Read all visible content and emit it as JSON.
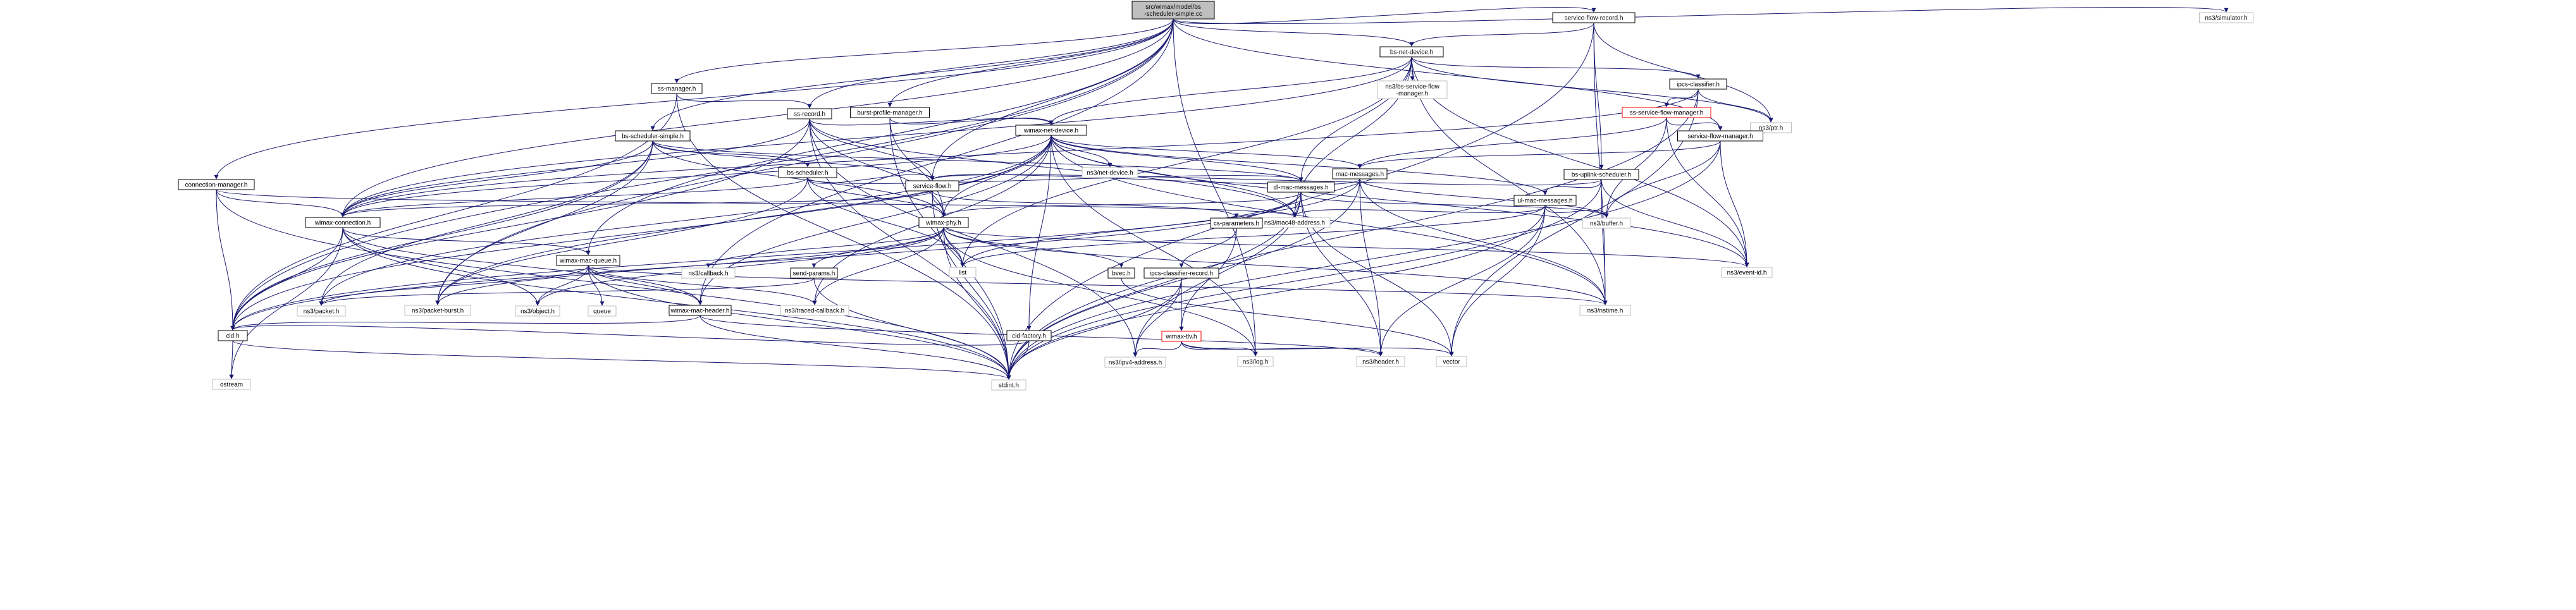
{
  "nodes": [
    {
      "id": "root",
      "lines": [
        "src/wimax/model/bs",
        "-scheduler-simple.cc"
      ],
      "kind": "root"
    },
    {
      "id": "sfr",
      "lines": [
        "service-flow-record.h"
      ],
      "kind": "normal"
    },
    {
      "id": "simulator",
      "lines": [
        "ns3/simulator.h"
      ],
      "kind": "ext"
    },
    {
      "id": "bsnet",
      "lines": [
        "bs-net-device.h"
      ],
      "kind": "normal"
    },
    {
      "id": "bssfm",
      "lines": [
        "ns3/bs-service-flow",
        "-manager.h"
      ],
      "kind": "ext"
    },
    {
      "id": "ipcs",
      "lines": [
        "ipcs-classifier.h"
      ],
      "kind": "normal"
    },
    {
      "id": "ptr",
      "lines": [
        "ns3/ptr.h"
      ],
      "kind": "ext"
    },
    {
      "id": "sssfm",
      "lines": [
        "ss-service-flow-manager.h"
      ],
      "kind": "red"
    },
    {
      "id": "sfm",
      "lines": [
        "service-flow-manager.h"
      ],
      "kind": "normal"
    },
    {
      "id": "ssmgr",
      "lines": [
        "ss-manager.h"
      ],
      "kind": "normal"
    },
    {
      "id": "ssrec",
      "lines": [
        "ss-record.h"
      ],
      "kind": "normal"
    },
    {
      "id": "burst",
      "lines": [
        "burst-profile-manager.h"
      ],
      "kind": "normal"
    },
    {
      "id": "wimaxnet",
      "lines": [
        "wimax-net-device.h"
      ],
      "kind": "normal"
    },
    {
      "id": "bsss",
      "lines": [
        "bs-scheduler-simple.h"
      ],
      "kind": "normal"
    },
    {
      "id": "bssched",
      "lines": [
        "bs-scheduler.h"
      ],
      "kind": "normal"
    },
    {
      "id": "netdev",
      "lines": [
        "ns3/net-device.h"
      ],
      "kind": "ext"
    },
    {
      "id": "macmsg",
      "lines": [
        "mac-messages.h"
      ],
      "kind": "normal"
    },
    {
      "id": "bsul",
      "lines": [
        "bs-uplink-scheduler.h"
      ],
      "kind": "normal"
    },
    {
      "id": "connmgr",
      "lines": [
        "connection-manager.h"
      ],
      "kind": "normal"
    },
    {
      "id": "sf",
      "lines": [
        "service-flow.h"
      ],
      "kind": "normal"
    },
    {
      "id": "dlmac",
      "lines": [
        "dl-mac-messages.h"
      ],
      "kind": "normal"
    },
    {
      "id": "ulmac",
      "lines": [
        "ul-mac-messages.h"
      ],
      "kind": "normal"
    },
    {
      "id": "wconn",
      "lines": [
        "wimax-connection.h"
      ],
      "kind": "normal"
    },
    {
      "id": "mac48",
      "lines": [
        "ns3/mac48-address.h"
      ],
      "kind": "ext"
    },
    {
      "id": "wphy",
      "lines": [
        "wimax-phy.h"
      ],
      "kind": "normal"
    },
    {
      "id": "csparam",
      "lines": [
        "cs-parameters.h"
      ],
      "kind": "normal"
    },
    {
      "id": "buffer",
      "lines": [
        "ns3/buffer.h"
      ],
      "kind": "ext"
    },
    {
      "id": "eventid",
      "lines": [
        "ns3/event-id.h"
      ],
      "kind": "ext"
    },
    {
      "id": "wmq",
      "lines": [
        "wimax-mac-queue.h"
      ],
      "kind": "normal"
    },
    {
      "id": "callback",
      "lines": [
        "ns3/callback.h"
      ],
      "kind": "ext"
    },
    {
      "id": "sendp",
      "lines": [
        "send-params.h"
      ],
      "kind": "normal"
    },
    {
      "id": "list",
      "lines": [
        "list"
      ],
      "kind": "ext"
    },
    {
      "id": "bvec",
      "lines": [
        "bvec.h"
      ],
      "kind": "normal"
    },
    {
      "id": "ipcsrec",
      "lines": [
        "ipcs-classifier-record.h"
      ],
      "kind": "normal"
    },
    {
      "id": "nstime",
      "lines": [
        "ns3/nstime.h"
      ],
      "kind": "ext"
    },
    {
      "id": "packet",
      "lines": [
        "ns3/packet.h"
      ],
      "kind": "ext"
    },
    {
      "id": "pburst",
      "lines": [
        "ns3/packet-burst.h"
      ],
      "kind": "ext"
    },
    {
      "id": "object",
      "lines": [
        "ns3/object.h"
      ],
      "kind": "ext"
    },
    {
      "id": "queue",
      "lines": [
        "queue"
      ],
      "kind": "ext"
    },
    {
      "id": "wmh",
      "lines": [
        "wimax-mac-header.h"
      ],
      "kind": "normal"
    },
    {
      "id": "traced",
      "lines": [
        "ns3/traced-callback.h"
      ],
      "kind": "ext"
    },
    {
      "id": "cid",
      "lines": [
        "cid.h"
      ],
      "kind": "normal"
    },
    {
      "id": "cidf",
      "lines": [
        "cid-factory.h"
      ],
      "kind": "normal"
    },
    {
      "id": "wtlv",
      "lines": [
        "wimax-tlv.h"
      ],
      "kind": "red"
    },
    {
      "id": "ipv4",
      "lines": [
        "ns3/ipv4-address.h"
      ],
      "kind": "ext"
    },
    {
      "id": "log",
      "lines": [
        "ns3/log.h"
      ],
      "kind": "ext"
    },
    {
      "id": "header",
      "lines": [
        "ns3/header.h"
      ],
      "kind": "ext"
    },
    {
      "id": "vector",
      "lines": [
        "vector"
      ],
      "kind": "ext"
    },
    {
      "id": "ostream",
      "lines": [
        "ostream"
      ],
      "kind": "ext"
    },
    {
      "id": "stdint",
      "lines": [
        "stdint.h"
      ],
      "kind": "ext"
    }
  ],
  "edges": [
    [
      "root",
      "sfr"
    ],
    [
      "root",
      "simulator"
    ],
    [
      "root",
      "bsnet"
    ],
    [
      "root",
      "ssmgr"
    ],
    [
      "root",
      "ssrec"
    ],
    [
      "root",
      "burst"
    ],
    [
      "root",
      "bsss"
    ],
    [
      "root",
      "connmgr"
    ],
    [
      "root",
      "sf"
    ],
    [
      "root",
      "wconn"
    ],
    [
      "root",
      "wmq"
    ],
    [
      "root",
      "wmh"
    ],
    [
      "root",
      "pburst"
    ],
    [
      "root",
      "cid"
    ],
    [
      "root",
      "log"
    ],
    [
      "root",
      "sfm"
    ],
    [
      "sfr",
      "bsnet"
    ],
    [
      "sfr",
      "ptr"
    ],
    [
      "sfr",
      "bsul"
    ],
    [
      "sfr",
      "nstime"
    ],
    [
      "sfr",
      "stdint"
    ],
    [
      "bsnet",
      "bssfm"
    ],
    [
      "bsnet",
      "ipcs"
    ],
    [
      "bsnet",
      "wimaxnet"
    ],
    [
      "bsnet",
      "dlmac"
    ],
    [
      "bsnet",
      "mac48"
    ],
    [
      "bsnet",
      "eventid"
    ],
    [
      "bsnet",
      "nstime"
    ],
    [
      "bsnet",
      "list"
    ],
    [
      "bsnet",
      "wconn"
    ],
    [
      "bsnet",
      "ptr"
    ],
    [
      "ipcs",
      "sssfm"
    ],
    [
      "ipcs",
      "ptr"
    ],
    [
      "ipcs",
      "vector"
    ],
    [
      "ipcs",
      "stdint"
    ],
    [
      "ipcs",
      "wconn"
    ],
    [
      "sssfm",
      "sfm"
    ],
    [
      "sssfm",
      "macmsg"
    ],
    [
      "sssfm",
      "eventid"
    ],
    [
      "sssfm",
      "buffer"
    ],
    [
      "sfm",
      "macmsg"
    ],
    [
      "sfm",
      "buffer"
    ],
    [
      "sfm",
      "eventid"
    ],
    [
      "sfm",
      "stdint"
    ],
    [
      "ssmgr",
      "ssrec"
    ],
    [
      "ssmgr",
      "cid"
    ],
    [
      "ssmgr",
      "stdint"
    ],
    [
      "ssrec",
      "wimaxnet"
    ],
    [
      "ssrec",
      "sf"
    ],
    [
      "ssrec",
      "ipv4"
    ],
    [
      "ssrec",
      "mac48"
    ],
    [
      "ssrec",
      "cid"
    ],
    [
      "ssrec",
      "stdint"
    ],
    [
      "ssrec",
      "wconn"
    ],
    [
      "ssrec",
      "wphy"
    ],
    [
      "burst",
      "wimaxnet"
    ],
    [
      "burst",
      "wphy"
    ],
    [
      "burst",
      "stdint"
    ],
    [
      "wimaxnet",
      "netdev"
    ],
    [
      "wimaxnet",
      "macmsg"
    ],
    [
      "wimaxnet",
      "dlmac"
    ],
    [
      "wimaxnet",
      "ulmac"
    ],
    [
      "wimaxnet",
      "wphy"
    ],
    [
      "wimaxnet",
      "mac48"
    ],
    [
      "wimaxnet",
      "wconn"
    ],
    [
      "wimaxnet",
      "wmh"
    ],
    [
      "wimaxnet",
      "traced"
    ],
    [
      "wimaxnet",
      "eventid"
    ],
    [
      "wimaxnet",
      "log"
    ],
    [
      "wimaxnet",
      "cidf"
    ],
    [
      "wimaxnet",
      "pburst"
    ],
    [
      "wimaxnet",
      "nstime"
    ],
    [
      "wimaxnet",
      "cid"
    ],
    [
      "wimaxnet",
      "packet"
    ],
    [
      "bsss",
      "bssched"
    ],
    [
      "bsss",
      "sf"
    ],
    [
      "bsss",
      "wphy"
    ],
    [
      "bsss",
      "dlmac"
    ],
    [
      "bsss",
      "wconn"
    ],
    [
      "bsss",
      "packet"
    ],
    [
      "bsss",
      "pburst"
    ],
    [
      "bsss",
      "cid"
    ],
    [
      "bssched",
      "sf"
    ],
    [
      "bssched",
      "wphy"
    ],
    [
      "bssched",
      "wconn"
    ],
    [
      "bssched",
      "list"
    ],
    [
      "bssched",
      "pburst"
    ],
    [
      "bssched",
      "dlmac"
    ],
    [
      "macmsg",
      "sf"
    ],
    [
      "macmsg",
      "buffer"
    ],
    [
      "macmsg",
      "header"
    ],
    [
      "macmsg",
      "nstime"
    ],
    [
      "macmsg",
      "stdint"
    ],
    [
      "macmsg",
      "cid"
    ],
    [
      "bsul",
      "ulmac"
    ],
    [
      "bsul",
      "sf"
    ],
    [
      "bsul",
      "eventid"
    ],
    [
      "bsul",
      "nstime"
    ],
    [
      "bsul",
      "stdint"
    ],
    [
      "connmgr",
      "wconn"
    ],
    [
      "connmgr",
      "cid"
    ],
    [
      "connmgr",
      "mac48"
    ],
    [
      "connmgr",
      "stdint"
    ],
    [
      "sf",
      "wphy"
    ],
    [
      "sf",
      "csparam"
    ],
    [
      "sf",
      "wconn"
    ],
    [
      "sf",
      "stdint"
    ],
    [
      "dlmac",
      "wphy"
    ],
    [
      "dlmac",
      "buffer"
    ],
    [
      "dlmac",
      "mac48"
    ],
    [
      "dlmac",
      "header"
    ],
    [
      "dlmac",
      "vector"
    ],
    [
      "dlmac",
      "stdint"
    ],
    [
      "dlmac",
      "cid"
    ],
    [
      "dlmac",
      "ipv4"
    ],
    [
      "dlmac",
      "list"
    ],
    [
      "ulmac",
      "buffer"
    ],
    [
      "ulmac",
      "header"
    ],
    [
      "ulmac",
      "vector"
    ],
    [
      "ulmac",
      "stdint"
    ],
    [
      "ulmac",
      "list"
    ],
    [
      "ulmac",
      "mac48"
    ],
    [
      "wconn",
      "wmq"
    ],
    [
      "wconn",
      "wmh"
    ],
    [
      "wconn",
      "object"
    ],
    [
      "wconn",
      "cid"
    ],
    [
      "wconn",
      "stdint"
    ],
    [
      "wconn",
      "ostream"
    ],
    [
      "wphy",
      "callback"
    ],
    [
      "wphy",
      "sendp"
    ],
    [
      "wphy",
      "list"
    ],
    [
      "wphy",
      "bvec"
    ],
    [
      "wphy",
      "traced"
    ],
    [
      "wphy",
      "nstime"
    ],
    [
      "wphy",
      "eventid"
    ],
    [
      "wphy",
      "object"
    ],
    [
      "wphy",
      "log"
    ],
    [
      "wphy",
      "stdint"
    ],
    [
      "wphy",
      "pburst"
    ],
    [
      "csparam",
      "ipcsrec"
    ],
    [
      "csparam",
      "wtlv"
    ],
    [
      "wmq",
      "wmh"
    ],
    [
      "wmq",
      "queue"
    ],
    [
      "wmq",
      "packet"
    ],
    [
      "wmq",
      "object"
    ],
    [
      "wmq",
      "traced"
    ],
    [
      "wmq",
      "nstime"
    ],
    [
      "wmq",
      "stdint"
    ],
    [
      "sendp",
      "packet"
    ],
    [
      "sendp",
      "stdint"
    ],
    [
      "bvec",
      "vector"
    ],
    [
      "ipcsrec",
      "ipv4"
    ],
    [
      "ipcsrec",
      "wtlv"
    ],
    [
      "ipcsrec",
      "stdint"
    ],
    [
      "wtlv",
      "ipv4"
    ],
    [
      "wtlv",
      "log"
    ],
    [
      "wtlv",
      "header"
    ],
    [
      "wtlv",
      "vector"
    ],
    [
      "wmh",
      "header"
    ],
    [
      "wmh",
      "cid"
    ],
    [
      "wmh",
      "stdint"
    ],
    [
      "cidf",
      "cid"
    ],
    [
      "cidf",
      "stdint"
    ],
    [
      "cid",
      "ostream"
    ],
    [
      "cid",
      "stdint"
    ]
  ]
}
